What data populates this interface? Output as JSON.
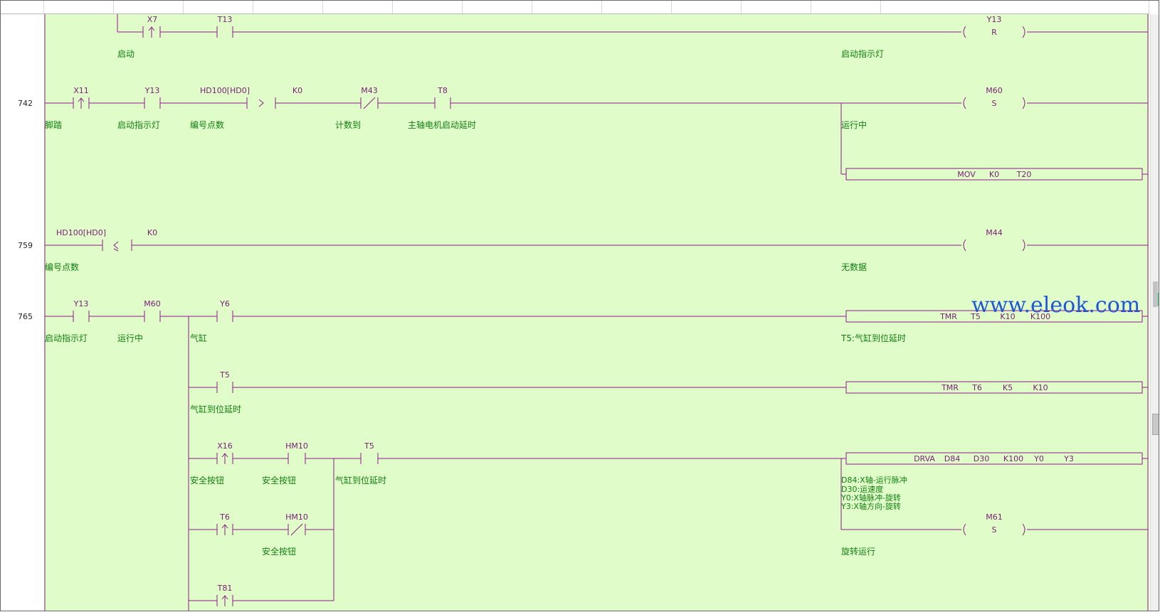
{
  "watermark": "www.eleok.com",
  "colors": {
    "background": "#e0fdc9",
    "wire": "#8b1c8b",
    "comment": "#108010",
    "watermark": "#1e56d6"
  },
  "rungs": [
    {
      "number": "",
      "contacts": [
        {
          "device": "X7",
          "type": "rising-edge",
          "comment": "启动"
        },
        {
          "device": "T13",
          "type": "no",
          "comment": ""
        }
      ],
      "outputs": [
        {
          "device": "Y13",
          "mark": "R",
          "comment": "启动指示灯"
        }
      ]
    },
    {
      "number": "742",
      "contacts": [
        {
          "device": "X11",
          "type": "rising-edge",
          "comment": "脚踏"
        },
        {
          "device": "Y13",
          "type": "no",
          "comment": "启动指示灯"
        },
        {
          "device": "HD100[HD0]",
          "type": "compare",
          "op": ">",
          "comment": "编号点数"
        },
        {
          "device": "K0",
          "type": "compare-arg",
          "comment": ""
        },
        {
          "device": "M43",
          "type": "nc",
          "comment": "计数到"
        },
        {
          "device": "T8",
          "type": "no",
          "comment": "主轴电机启动延时"
        }
      ],
      "outputs": [
        {
          "device": "M60",
          "mark": "S",
          "comment": "运行中"
        },
        {
          "instruction": "MOV",
          "args": [
            "K0",
            "T20"
          ]
        }
      ]
    },
    {
      "number": "759",
      "contacts": [
        {
          "device": "HD100[HD0]",
          "type": "compare",
          "op": "≤",
          "comment": "编号点数"
        },
        {
          "device": "K0",
          "type": "compare-arg",
          "comment": ""
        }
      ],
      "outputs": [
        {
          "device": "M44",
          "comment": "无数据"
        }
      ]
    },
    {
      "number": "765",
      "contacts": [
        {
          "device": "Y13",
          "type": "no",
          "comment": "启动指示灯"
        },
        {
          "device": "M60",
          "type": "no",
          "comment": "运行中"
        },
        {
          "device": "Y6",
          "type": "no",
          "comment": "气缸"
        },
        {
          "device": "T5",
          "type": "no",
          "comment": "气缸到位延时"
        },
        {
          "device": "X16",
          "type": "rising-edge",
          "comment": "安全按钮"
        },
        {
          "device": "HM10",
          "type": "no",
          "comment": "安全按钮"
        },
        {
          "device": "T5",
          "type": "no",
          "comment": "气缸到位延时"
        },
        {
          "device": "T6",
          "type": "rising-edge",
          "comment": ""
        },
        {
          "device": "HM10",
          "type": "nc",
          "comment": "安全按钮"
        },
        {
          "device": "T81",
          "type": "rising-edge",
          "comment": ""
        }
      ],
      "outputs": [
        {
          "instruction": "TMR",
          "args": [
            "T5",
            "K10",
            "K100"
          ],
          "comment": "T5:气缸到位延时"
        },
        {
          "instruction": "TMR",
          "args": [
            "T6",
            "K5",
            "K10"
          ]
        },
        {
          "instruction": "DRVA",
          "args": [
            "D84",
            "D30",
            "K100",
            "Y0",
            "Y3"
          ],
          "comments": [
            "D84:X轴-运行脉冲",
            "D30:运速度",
            "Y0:X轴脉冲-旋转",
            "Y3:X轴方向-旋转"
          ]
        },
        {
          "device": "M61",
          "mark": "S",
          "comment": "旋转运行"
        }
      ]
    }
  ]
}
